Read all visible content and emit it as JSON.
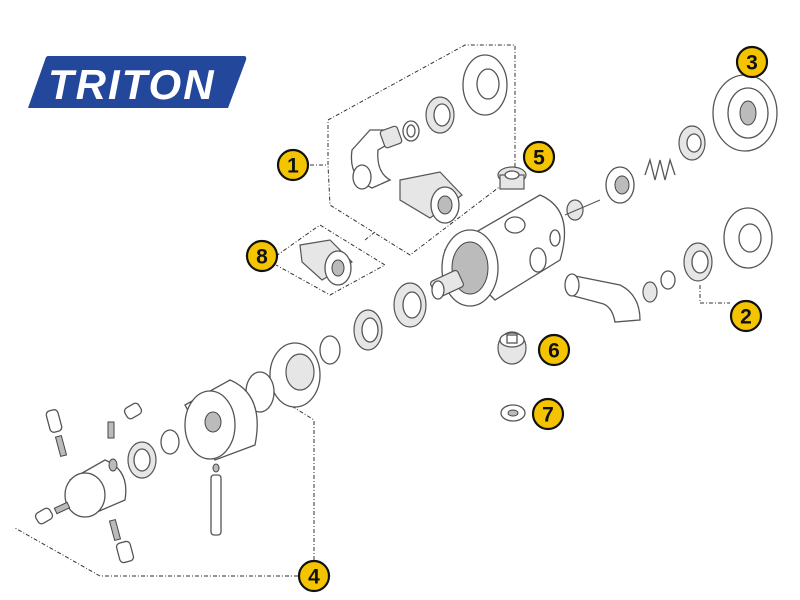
{
  "logo": {
    "text": "TRITON",
    "color": "#23479a"
  },
  "callout_color": "#f5c400",
  "callouts": [
    {
      "label": "1"
    },
    {
      "label": "2"
    },
    {
      "label": "3"
    },
    {
      "label": "4"
    },
    {
      "label": "5"
    },
    {
      "label": "6"
    },
    {
      "label": "7"
    },
    {
      "label": "8"
    }
  ]
}
